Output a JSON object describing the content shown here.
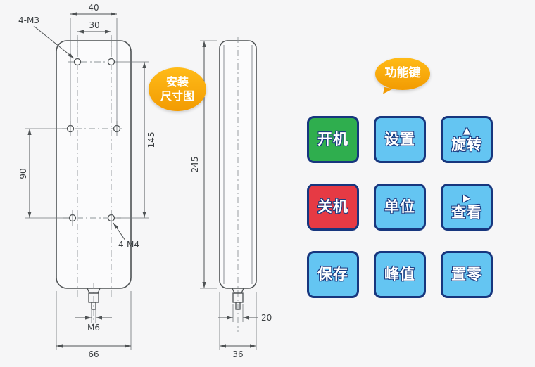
{
  "colors": {
    "background": "#f6f6f7",
    "badge_orange": "#f8a305",
    "line": "#4e5254",
    "button_border": "#17367e",
    "button_green": "#2fae4e",
    "button_red": "#e63a44",
    "button_blue": "#64c5f2"
  },
  "badges": {
    "install_line1": "安装",
    "install_line2": "尺寸图"
  },
  "front_view": {
    "dims": {
      "hole_span_outer": "40",
      "hole_span_inner": "30",
      "top_holes_label": "4-M3",
      "right_vertical": "145",
      "left_vertical": "90",
      "bottom_holes_label": "4-M4",
      "stud_thread": "M6",
      "overall_width": "66"
    }
  },
  "side_view": {
    "dims": {
      "overall_height": "245",
      "stud_bracket_width": "20",
      "overall_width": "36"
    }
  },
  "keypad": {
    "title": "功能键",
    "buttons": [
      {
        "id": "power-on",
        "label": "开机",
        "color": "#2fae4e"
      },
      {
        "id": "settings",
        "label": "设置",
        "color": "#64c5f2"
      },
      {
        "id": "rotate",
        "label": "旋转",
        "arrow": "▲",
        "color": "#64c5f2"
      },
      {
        "id": "power-off",
        "label": "关机",
        "color": "#e63a44"
      },
      {
        "id": "unit",
        "label": "单位",
        "color": "#64c5f2"
      },
      {
        "id": "view",
        "label": "查看",
        "arrow": "▶",
        "color": "#64c5f2"
      },
      {
        "id": "save",
        "label": "保存",
        "color": "#64c5f2"
      },
      {
        "id": "peak",
        "label": "峰值",
        "color": "#64c5f2"
      },
      {
        "id": "zero",
        "label": "置零",
        "color": "#64c5f2"
      }
    ]
  }
}
